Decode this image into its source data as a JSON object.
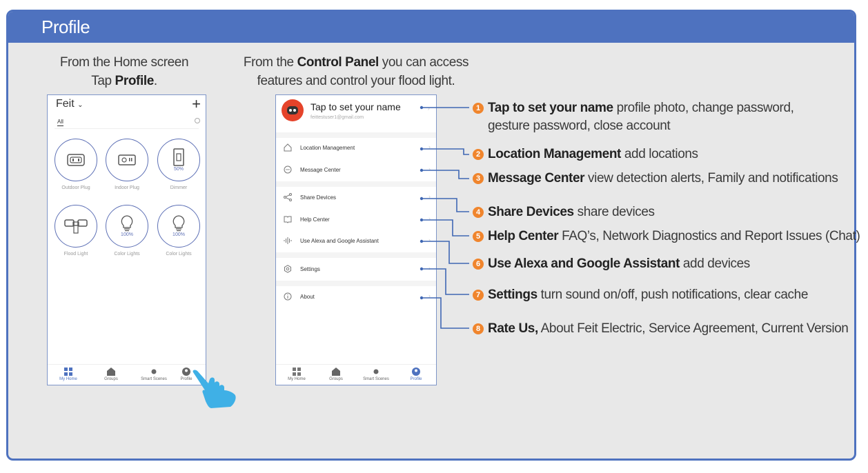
{
  "section_title": "Profile",
  "home_caption": {
    "line1": "From the Home screen",
    "line2_pre": "Tap ",
    "line2_bold": "Profile",
    "line2_post": "."
  },
  "panel_caption": {
    "pre": "From the ",
    "bold": "Control Panel",
    "post": " you can access",
    "line2": "features and control your flood light."
  },
  "home_screen": {
    "title": "Feit",
    "tab": "All",
    "devices": [
      {
        "label": "Outdoor Plug",
        "icon": "outdoor-plug-icon",
        "pct": ""
      },
      {
        "label": "Indoor Plug",
        "icon": "indoor-plug-icon",
        "pct": ""
      },
      {
        "label": "Dimmer",
        "icon": "dimmer-icon",
        "pct": "50%"
      },
      {
        "label": "Flood Light",
        "icon": "flood-light-icon",
        "pct": ""
      },
      {
        "label": "Color Lights",
        "icon": "bulb-icon",
        "pct": "100%"
      },
      {
        "label": "Color Lights",
        "icon": "bulb-icon",
        "pct": "100%"
      }
    ]
  },
  "tabbar": {
    "my_home": "My Home",
    "groups": "Groups",
    "smart_scenes": "Smart Scenes",
    "profile": "Profile"
  },
  "profile_screen": {
    "name": "Tap to set your name",
    "email": "feittestuser1@gmail.com",
    "menu": [
      {
        "label": "Location Management",
        "icon": "home-outline-icon"
      },
      {
        "label": "Message Center",
        "icon": "chat-icon"
      },
      {
        "label": "Share Devices",
        "icon": "share-icon"
      },
      {
        "label": "Help Center",
        "icon": "book-icon"
      },
      {
        "label": "Use Alexa and Google Assistant",
        "icon": "voice-icon"
      },
      {
        "label": "Settings",
        "icon": "settings-icon"
      },
      {
        "label": "About",
        "icon": "info-icon"
      }
    ]
  },
  "callouts": [
    {
      "num": "1",
      "bold": "Tap to set your name",
      "text": " profile photo, change password,",
      "cont": "gesture password, close account"
    },
    {
      "num": "2",
      "bold": "Location Management",
      "text": " add locations"
    },
    {
      "num": "3",
      "bold": "Message Center",
      "text": " view detection alerts, Family and notifications"
    },
    {
      "num": "4",
      "bold": "Share Devices",
      "text": " share devices"
    },
    {
      "num": "5",
      "bold": "Help Center",
      "text": " FAQ’s, Network Diagnostics and Report Issues (Chat)"
    },
    {
      "num": "6",
      "bold": "Use Alexa and Google Assistant",
      "text": " add devices"
    },
    {
      "num": "7",
      "bold": "Settings",
      "text": " turn sound on/off, push notifications, clear cache"
    },
    {
      "num": "8",
      "bold": "Rate Us,",
      "text": " About Feit Electric, Service Agreement, Current Version"
    }
  ],
  "colors": {
    "frame": "#4e72bf",
    "accent_orange": "#f0852d",
    "hand": "#3fb0e6"
  }
}
